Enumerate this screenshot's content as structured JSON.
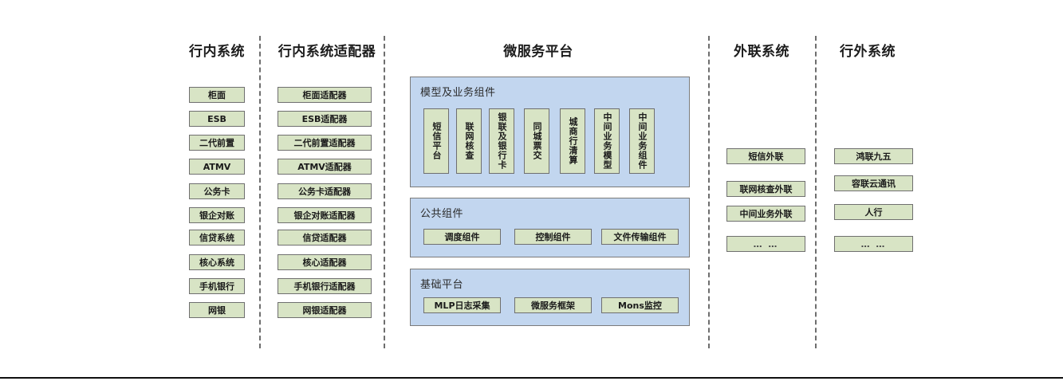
{
  "columns": {
    "internal_systems": {
      "title": "行内系统",
      "items": [
        "柜面",
        "ESB",
        "二代前置",
        "ATMV",
        "公务卡",
        "银企对账",
        "信贷系统",
        "核心系统",
        "手机银行",
        "网银"
      ]
    },
    "internal_adapters": {
      "title": "行内系统适配器",
      "items": [
        "柜面适配器",
        "ESB适配器",
        "二代前置适配器",
        "ATMV适配器",
        "公务卡适配器",
        "银企对账适配器",
        "信贷适配器",
        "核心适配器",
        "手机银行适配器",
        "网银适配器"
      ]
    },
    "microservice_platform": {
      "title": "微服务平台",
      "panels": [
        {
          "title": "模型及业务组件",
          "orientation": "vertical",
          "items": [
            "短信平台",
            "联网核查",
            "银联及银行卡",
            "同城票交",
            "城商行清算",
            "中间业务模型",
            "中间业务组件"
          ]
        },
        {
          "title": "公共组件",
          "orientation": "horizontal",
          "items": [
            "调度组件",
            "控制组件",
            "文件传输组件"
          ]
        },
        {
          "title": "基础平台",
          "orientation": "horizontal",
          "items": [
            "MLP日志采集",
            "微服务框架",
            "Mons监控"
          ]
        }
      ]
    },
    "external_link_systems": {
      "title": "外联系统",
      "items": [
        "短信外联",
        "联网核查外联",
        "中间业务外联",
        "… …"
      ]
    },
    "outside_bank_systems": {
      "title": "行外系统",
      "items": [
        "鸿联九五",
        "容联云通讯",
        "人行",
        "… …"
      ]
    }
  },
  "colors": {
    "node_fill": "#d8e4c5",
    "node_border": "#6f6f6f",
    "panel_fill": "#c2d6ef",
    "panel_border": "#7b7b7b",
    "divider": "#6e6e6e",
    "text": "#1a1a1a",
    "background": "#ffffff"
  }
}
